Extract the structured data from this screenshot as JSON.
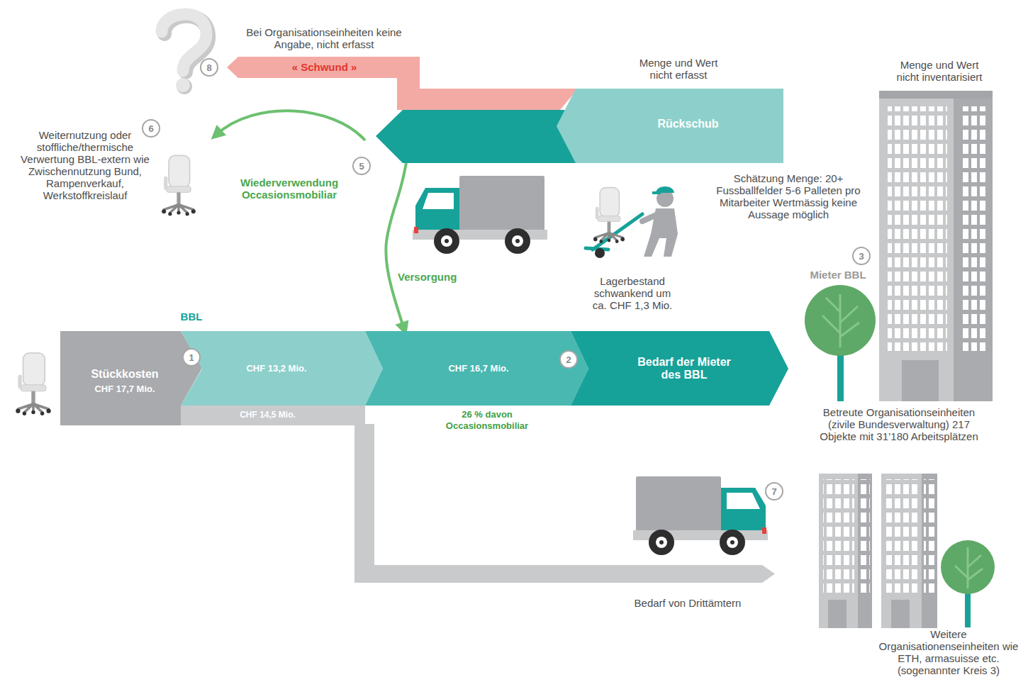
{
  "diagram": {
    "nodes": [
      {
        "text": [
          "« Schwund »"
        ]
      },
      {
        "text": [
          "Rückschub"
        ]
      },
      {
        "text": [
          "Stückkosten",
          "CHF 17,7 Mio."
        ]
      },
      {
        "text": [
          "CHF 13,2 Mio."
        ]
      },
      {
        "text": [
          "CHF 16,7 Mio."
        ]
      },
      {
        "text": [
          "Bedarf der Mieter des BBL"
        ]
      },
      {
        "text": [
          "CHF 14,5 Mio."
        ]
      }
    ],
    "edges": [
      {
        "from": 1,
        "to": 4,
        "label": "Versorgung",
        "arrow": "to"
      }
    ],
    "labels": [
      "8",
      "Bei Organisationseinheiten keine Angabe, nicht erfasst",
      "Menge und Wert nicht erfasst",
      "Menge und Wert nicht inventarisiert",
      "6",
      "Weiternutzung oder stoffliche/thermische Verwertung BBL-extern wie Zwischennutzung Bund, Rampenverkauf, Werkstoffkreislauf",
      "Wiederverwendung Occasionsmobiliar",
      "5",
      "Schätzung Menge: 20+ Fussballfelder 5-6 Palleten pro Mitarbeiter Wertmässig keine Aussage möglich",
      "3",
      "Mieter BBL",
      "Lagerbestand schwankend um ca. CHF 1,3 Mio.",
      "BBL",
      "1",
      "2",
      "26 % davon Occasionsmobiliar",
      "Betreute Organisationseinheiten (zivile Bundesverwaltung) 217 Objekte mit 31’180 Arbeitsplätzen",
      "7",
      "Bedarf von Drittämtern",
      "Weitere Organisationenseinheiten wie ETH, armasuisse etc. (sogenannter Kreis 3)"
    ]
  }
}
